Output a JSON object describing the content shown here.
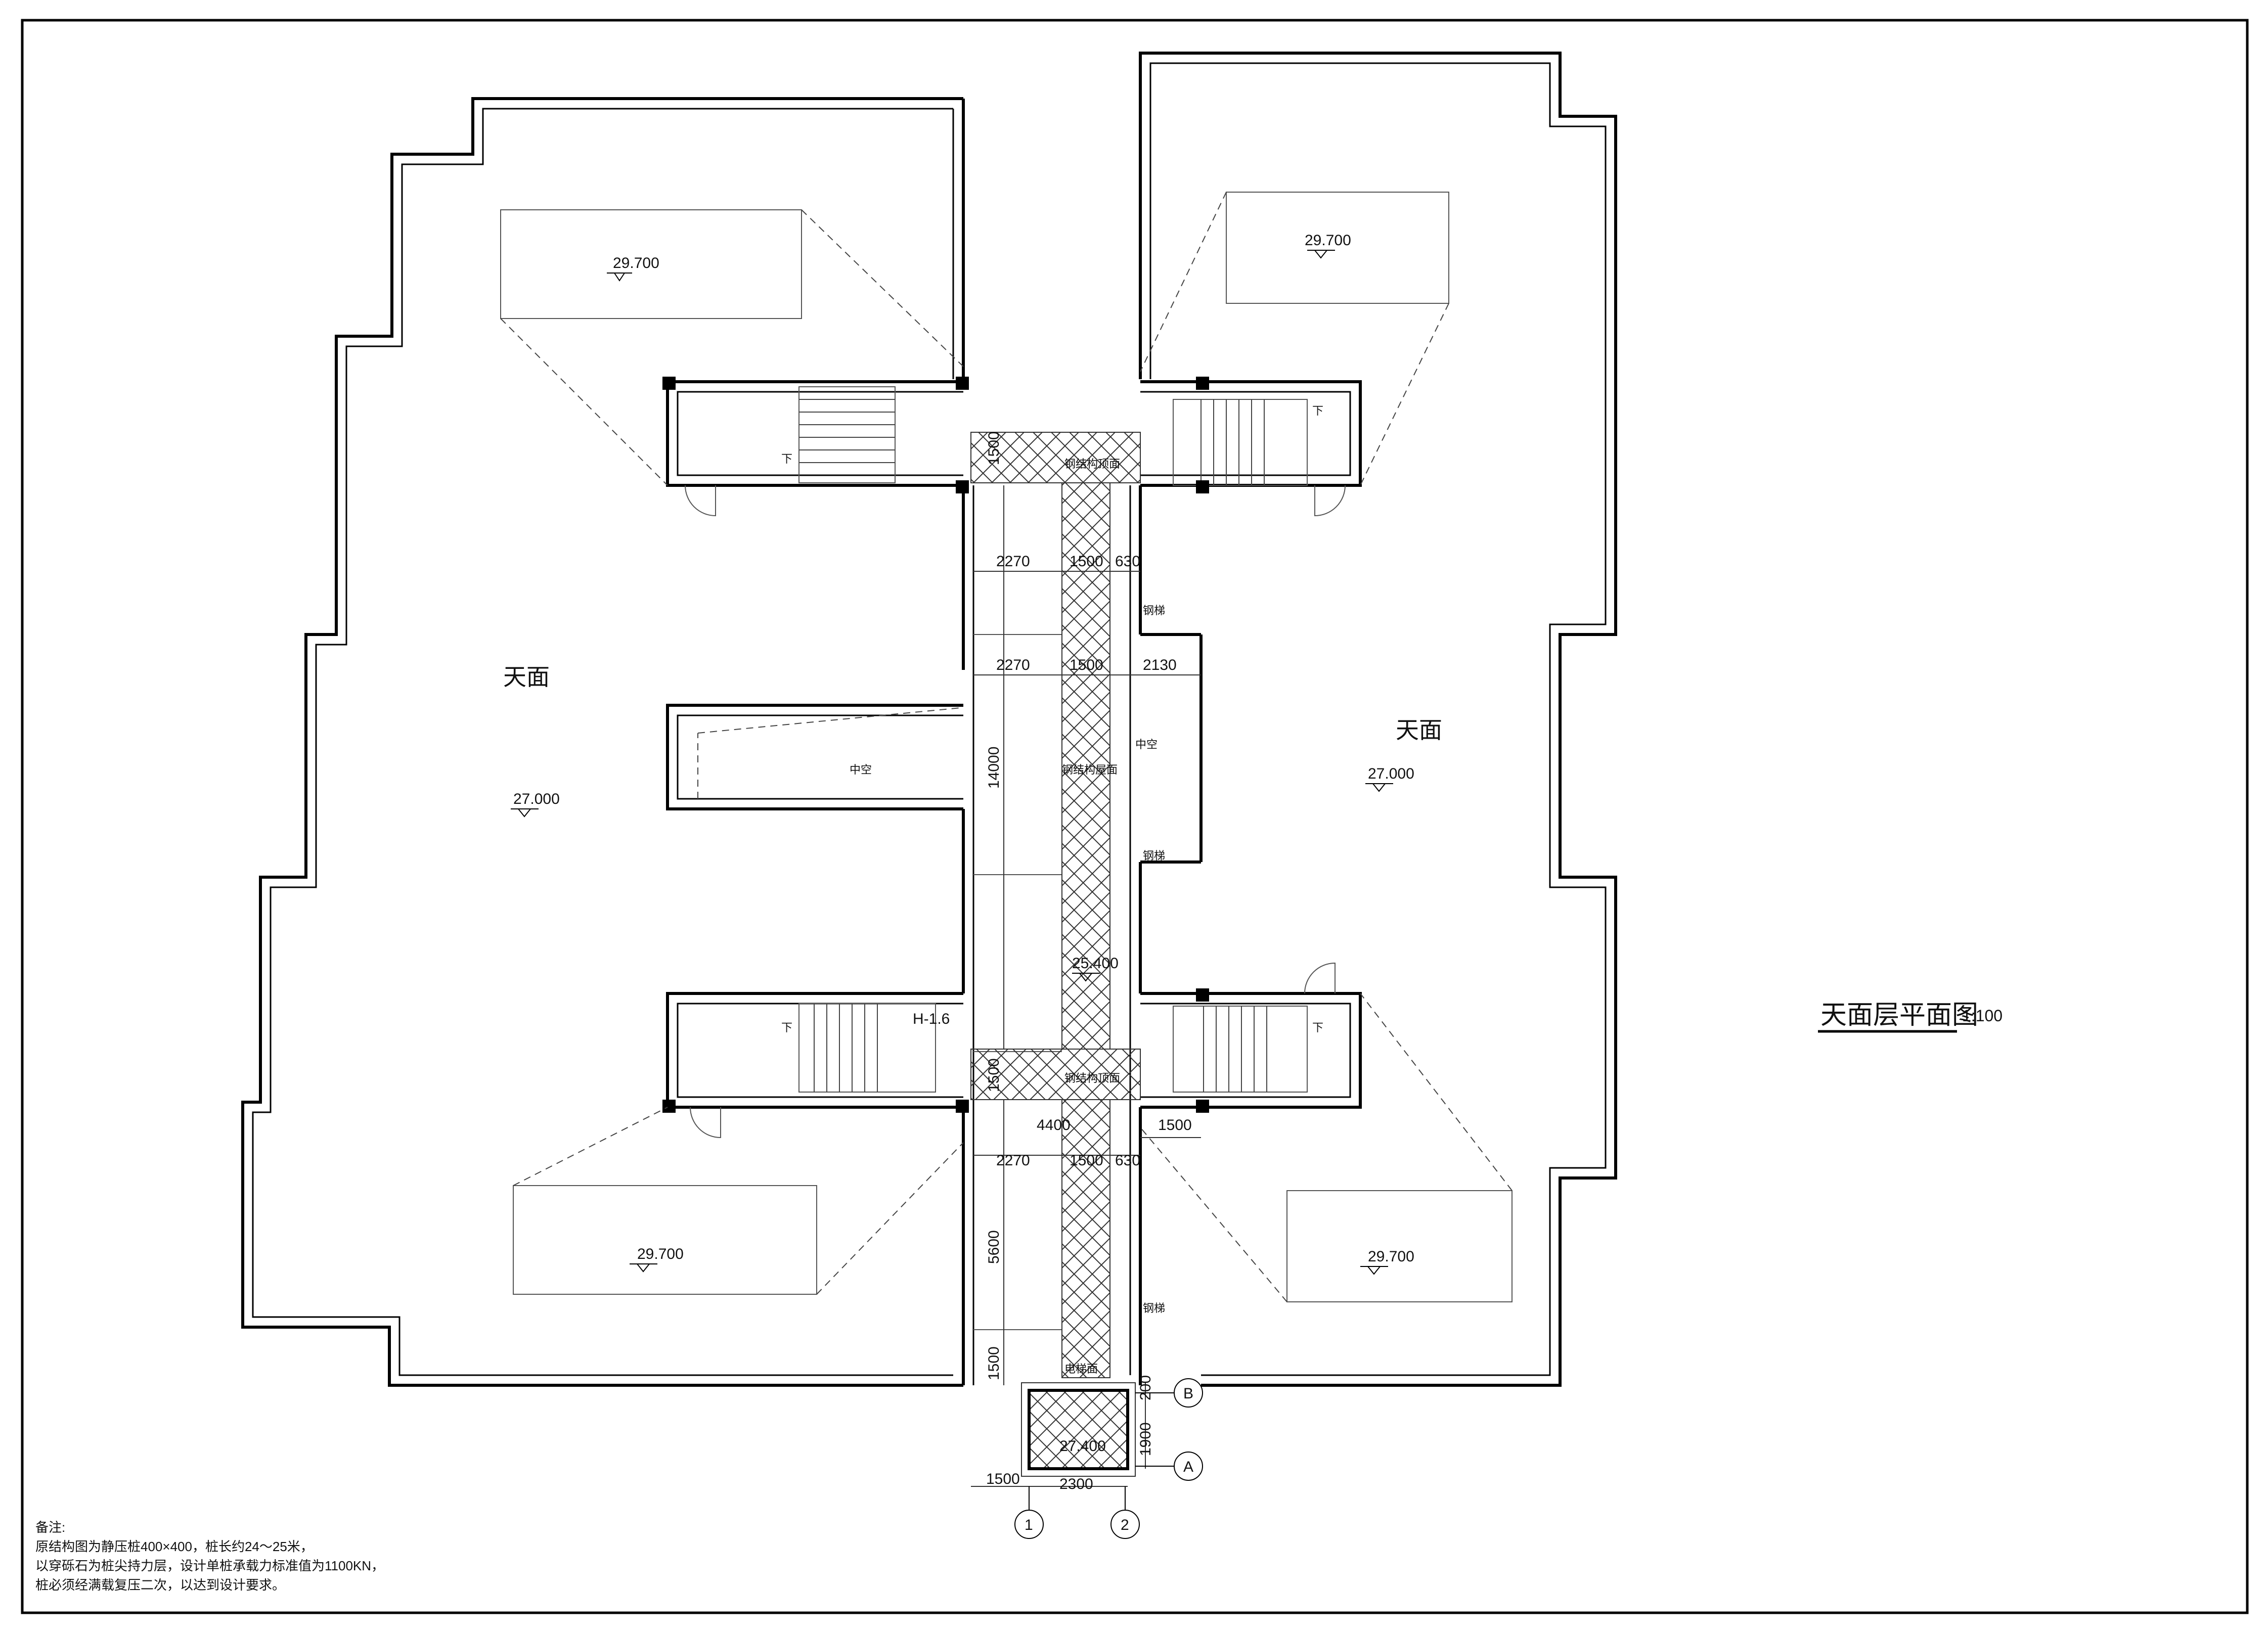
{
  "drawing": {
    "title": "天面层平面图",
    "scale": "1:100"
  },
  "rooms": {
    "roof_left": "天面",
    "roof_right": "天面",
    "void": "中空",
    "void_right": "中空",
    "steel_roof_top": "钢结构顶面",
    "steel_roof_mid": "钢结构屋面",
    "steel_roof_bottom": "钢结构顶面",
    "stair_down": "下",
    "steel_ladder": "钢梯",
    "elevator_shaft": "电梯面",
    "h_mark": "H-1.6"
  },
  "elevations": {
    "left_upper_tank": "29.700",
    "right_upper_tank": "29.700",
    "left_lower_tank": "29.700",
    "right_lower_tank": "29.700",
    "left_roof": "27.000",
    "right_roof": "27.000",
    "corridor": "25.400",
    "elevator": "27.400"
  },
  "dimensions": {
    "d1500_top": "1500",
    "d2270_a": "2270",
    "d1500_a": "1500",
    "d630_a": "630",
    "d2270_b": "2270",
    "d1500_b": "1500",
    "d2130": "2130",
    "d14000": "14000",
    "d1500_mid": "1500",
    "d4400": "4400",
    "d1500_right": "1500",
    "d2270_c": "2270",
    "d1500_c": "1500",
    "d630_c": "630",
    "d5600": "5600",
    "d1500_low": "1500",
    "d200": "200",
    "d1900": "1900",
    "d1500_bottom": "1500",
    "d2300": "2300"
  },
  "axes": {
    "axis_1": "1",
    "axis_2": "2",
    "axis_a": "A",
    "axis_b": "B"
  },
  "notes": {
    "heading": "备注:",
    "line1": "原结构图为静压桩400×400，桩长约24～25米，",
    "line2": "以穿砾石为桩尖持力层，设计单桩承载力标准值为1100KN，",
    "line3": "桩必须经满载复压二次，以达到设计要求。"
  }
}
